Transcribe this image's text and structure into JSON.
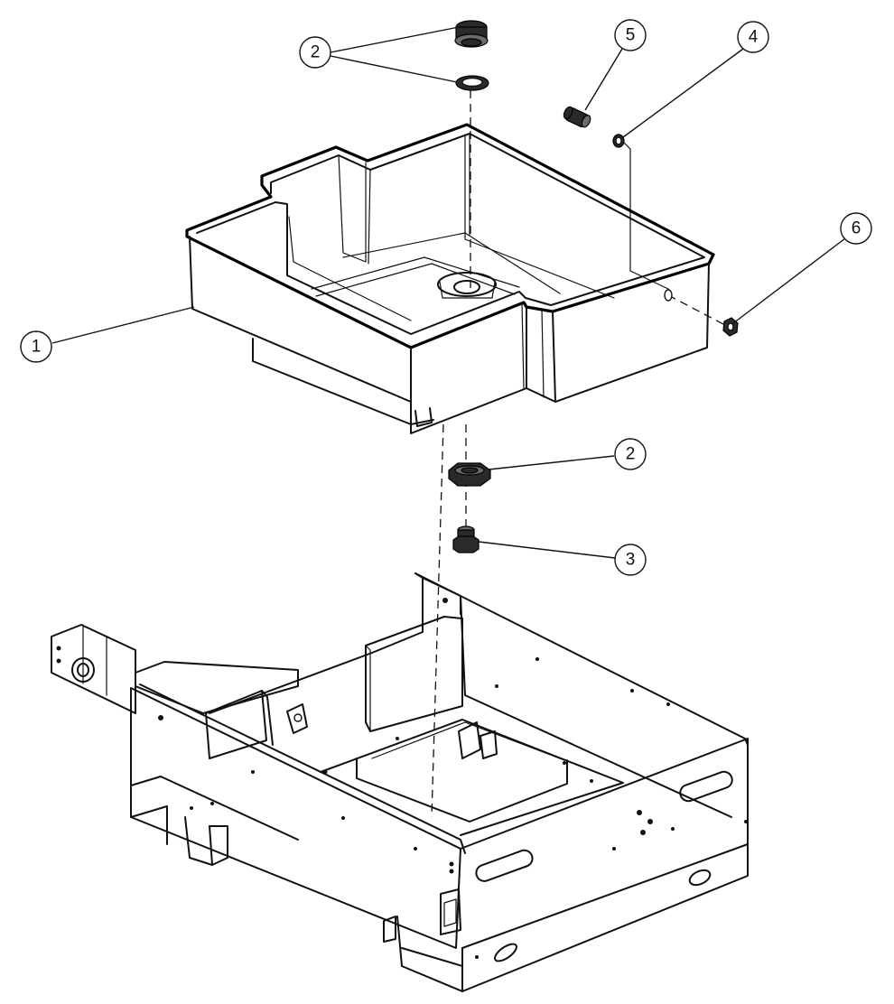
{
  "balloons": [
    {
      "id": "balloon-2-top",
      "label": "2"
    },
    {
      "id": "balloon-5",
      "label": "5"
    },
    {
      "id": "balloon-4",
      "label": "4"
    },
    {
      "id": "balloon-6",
      "label": "6"
    },
    {
      "id": "balloon-1",
      "label": "1"
    },
    {
      "id": "balloon-2-bottom",
      "label": "2"
    },
    {
      "id": "balloon-3",
      "label": "3"
    }
  ],
  "colors": {
    "line": "#111111",
    "background": "#ffffff"
  }
}
